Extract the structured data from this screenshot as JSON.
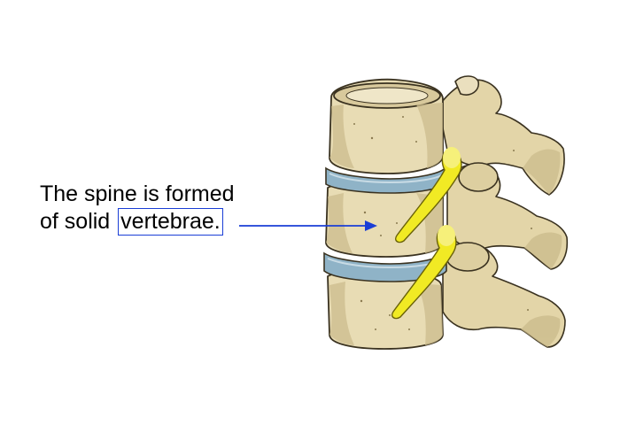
{
  "caption": {
    "line1": "The spine is formed",
    "line2_prefix": "of solid ",
    "highlight": "vertebrae."
  },
  "colors": {
    "bone_fill": "#e8dcb4",
    "bone_shadow": "#c9b98a",
    "bone_outline": "#3a3220",
    "disc_fill": "#8fb3c7",
    "disc_dark": "#5e8aa3",
    "nerve_fill": "#f1ea24",
    "nerve_dark": "#b8ae10",
    "pointer": "#1a3ed6"
  },
  "icons": {
    "pointer": "arrow-right-icon",
    "illustration": "spine-vertebrae-illustration"
  }
}
